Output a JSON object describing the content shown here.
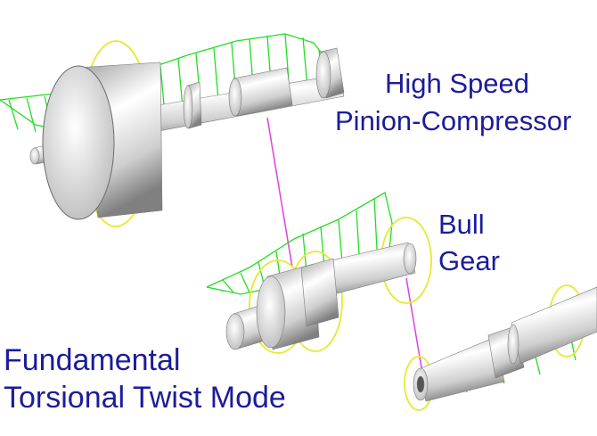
{
  "labels": {
    "pinion_line1": "High Speed",
    "pinion_line2": "Pinion-Compressor",
    "gear_line1": "Bull",
    "gear_line2": "Gear",
    "mode_line1": "Fundamental",
    "mode_line2": "Torsional Twist Mode"
  },
  "colors": {
    "label_text": "#1c1c9c",
    "mode_shape": "#22dd22",
    "orbit": "#e8e830",
    "mesh_line": "#e040e0",
    "shaft_light": "#f8f8f8",
    "shaft_dark": "#8a8a8a"
  }
}
